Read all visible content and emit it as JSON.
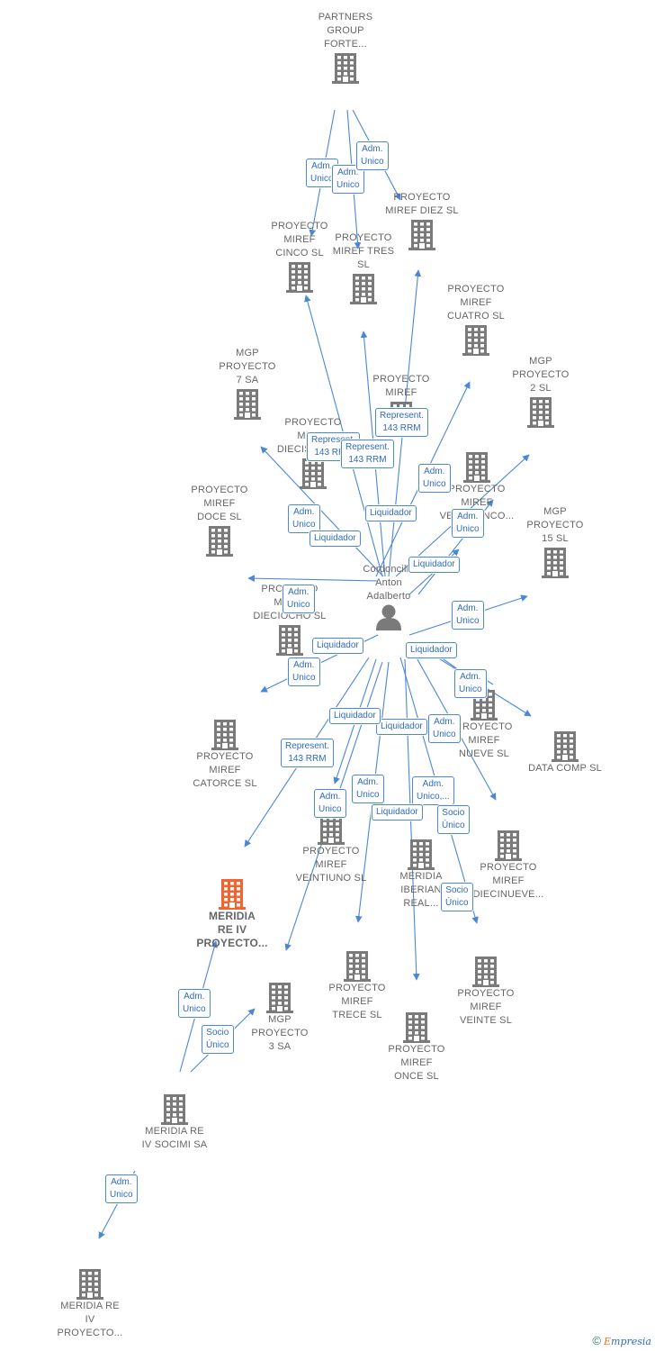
{
  "diagram": {
    "nodes": [
      {
        "id": "partners",
        "label": "PARTNERS\nGROUP\nFORTE...",
        "kind": "company"
      },
      {
        "id": "diez",
        "label": "PROYECTO\nMIREF DIEZ  SL",
        "kind": "company"
      },
      {
        "id": "cinco",
        "label": "PROYECTO\nMIREF\nCINCO  SL",
        "kind": "company"
      },
      {
        "id": "tres",
        "label": "PROYECTO\nMIREF TRES\nSL",
        "kind": "company"
      },
      {
        "id": "cuatro",
        "label": "PROYECTO\nMIREF\nCUATRO  SL",
        "kind": "company"
      },
      {
        "id": "mgp7",
        "label": "MGP\nPROYECTO\n7 SA",
        "kind": "company"
      },
      {
        "id": "mgp2",
        "label": "MGP\nPROYECTO\n2  SL",
        "kind": "company"
      },
      {
        "id": "proymiref_mid",
        "label": "PROYECTO\nMIREF",
        "kind": "company"
      },
      {
        "id": "diecisiete",
        "label": "PROYECTO\nMIREF\nDIECISIETE  SL",
        "kind": "company"
      },
      {
        "id": "veinticinco",
        "label": "PROYECTO\nMIREF\nVEINTICINCO...",
        "kind": "company"
      },
      {
        "id": "doce",
        "label": "PROYECTO\nMIREF\nDOCE  SL",
        "kind": "company"
      },
      {
        "id": "mgp15",
        "label": "MGP\nPROYECTO\n15  SL",
        "kind": "company"
      },
      {
        "id": "person",
        "label": "Cordoncillo\nAnton\nAdalberto",
        "kind": "person"
      },
      {
        "id": "dieciocho",
        "label": "PROYECTO\nMIREF\nDIECIOCHO  SL",
        "kind": "company"
      },
      {
        "id": "catorce",
        "label": "PROYECTO\nMIREF\nCATORCE  SL",
        "kind": "company"
      },
      {
        "id": "nueve",
        "label": "PROYECTO\nMIREF\nNUEVE  SL",
        "kind": "company"
      },
      {
        "id": "datacomp",
        "label": "DATA COMP SL",
        "kind": "company"
      },
      {
        "id": "veintiuno",
        "label": "PROYECTO\nMIREF\nVEINTIUNO  SL",
        "kind": "company"
      },
      {
        "id": "meridia_iberian",
        "label": "MERIDIA\nIBERIAN\nREAL...",
        "kind": "company"
      },
      {
        "id": "diecinueve",
        "label": "PROYECTO\nMIREF\nDIECINUEVE...",
        "kind": "company"
      },
      {
        "id": "focus",
        "label": "MERIDIA\nRE IV\nPROYECTO...",
        "kind": "focus"
      },
      {
        "id": "trece",
        "label": "PROYECTO\nMIREF\nTRECE  SL",
        "kind": "company"
      },
      {
        "id": "mgp3",
        "label": "MGP\nPROYECTO\n3 SA",
        "kind": "company"
      },
      {
        "id": "once",
        "label": "PROYECTO\nMIREF\nONCE  SL",
        "kind": "company"
      },
      {
        "id": "veinte",
        "label": "PROYECTO\nMIREF\nVEINTE  SL",
        "kind": "company"
      },
      {
        "id": "socimi",
        "label": "MERIDIA RE\nIV SOCIMI SA",
        "kind": "company"
      },
      {
        "id": "meridia_bottom",
        "label": "MERIDIA RE\nIV\nPROYECTO...",
        "kind": "company"
      }
    ],
    "edge_labels": [
      {
        "text": "Adm.\nUnico"
      },
      {
        "text": "Adm.\nUnico"
      },
      {
        "text": "Adm.\nUnico"
      },
      {
        "text": "Represent.\n143 RRM"
      },
      {
        "text": "Represent.\n143 RRM"
      },
      {
        "text": "Represent.\n143 RRM"
      },
      {
        "text": "Adm.\nUnico"
      },
      {
        "text": "Adm.\nUnico"
      },
      {
        "text": "Adm.\nUnico"
      },
      {
        "text": "Liquidador"
      },
      {
        "text": "Liquidador"
      },
      {
        "text": "Liquidador"
      },
      {
        "text": "Adm.\nUnico"
      },
      {
        "text": "Adm.\nUnico"
      },
      {
        "text": "Liquidador"
      },
      {
        "text": "Liquidador"
      },
      {
        "text": "Adm.\nUnico"
      },
      {
        "text": "Adm.\nUnico"
      },
      {
        "text": "Liquidador"
      },
      {
        "text": "Liquidador"
      },
      {
        "text": "Adm.\nUnico"
      },
      {
        "text": "Represent.\n143 RRM"
      },
      {
        "text": "Adm.\nUnico"
      },
      {
        "text": "Adm.\nUnico"
      },
      {
        "text": "Adm.\nUnico,..."
      },
      {
        "text": "Liquidador"
      },
      {
        "text": "Socio\nÚnico"
      },
      {
        "text": "Socio\nÚnico"
      },
      {
        "text": "Adm.\nUnico"
      },
      {
        "text": "Socio\nÚnico"
      },
      {
        "text": "Adm.\nUnico"
      }
    ],
    "colors": {
      "edge": "#4a87d6",
      "building": "#7a7a7a",
      "focus": "#f26430",
      "label": "#666666"
    }
  },
  "footer": {
    "copyright": "©",
    "brand_e": "E",
    "brand_rest": "mpresia"
  }
}
